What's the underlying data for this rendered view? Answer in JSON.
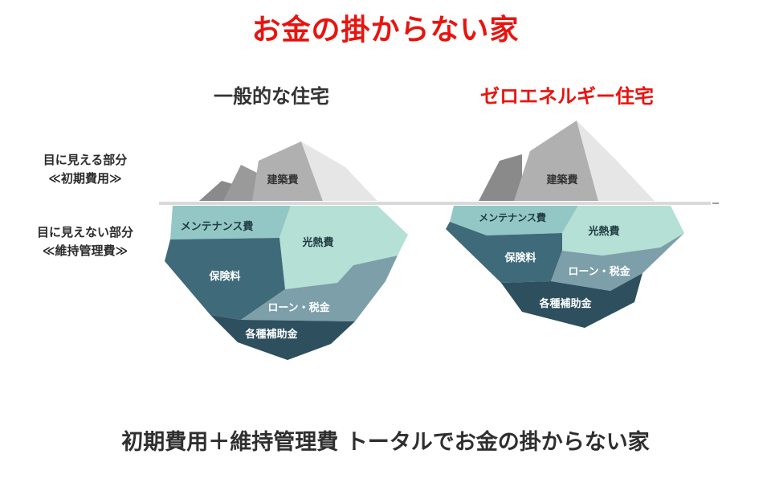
{
  "title": "お金の掛からない家",
  "columns": {
    "general": {
      "heading": "一般的な住宅"
    },
    "zeh": {
      "heading": "ゼロエネルギー住宅"
    }
  },
  "side_labels": {
    "visible": {
      "line1": "目に見える部分",
      "line2": "≪初期費用≫"
    },
    "hidden": {
      "line1": "目に見えない部分",
      "line2": "≪維持管理費≫"
    }
  },
  "segments": {
    "construction": "建築費",
    "maintenance": "メンテナンス費",
    "utilities": "光熱費",
    "insurance": "保険料",
    "loan_tax": "ローン・税金",
    "subsidies": "各種補助金"
  },
  "caption": "初期費用＋維持管理費 トータルでお金の掛からない家",
  "colors": {
    "title_red": "#e8140f",
    "peak_light": "#e6e6e6",
    "peak_mid": "#b0b0b0",
    "peak_dark": "#8a8a8a",
    "seg_aqua": "#92c7c5",
    "seg_mint": "#b5e0d6",
    "seg_teal": "#3f6a7a",
    "seg_slate": "#7c9fa9",
    "seg_navy": "#2d4f5e"
  }
}
